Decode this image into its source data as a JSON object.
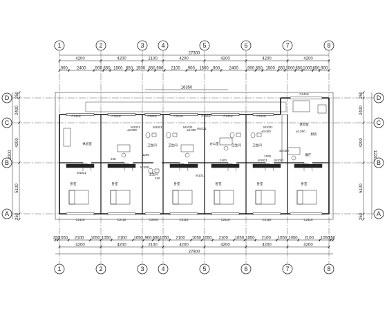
{
  "grid": {
    "columns": [
      "1",
      "2",
      "3",
      "4",
      "5",
      "6",
      "7",
      "8"
    ],
    "rows": [
      "A",
      "B",
      "C",
      "D"
    ]
  },
  "dimensions": {
    "top_bays": [
      "4200",
      "4200",
      "2100",
      "4200",
      "4200",
      "4200",
      "4200"
    ],
    "top_total": "27300",
    "top_detail": [
      "900",
      "2400",
      "900",
      "650",
      "1500",
      "650",
      "1500",
      "650",
      "900",
      "2100",
      "900",
      "1500",
      "900",
      "2400",
      "900",
      "650",
      "1500",
      "650",
      "1000",
      "650",
      "1000",
      "650",
      "900"
    ],
    "bottom_detail": [
      "250",
      "1050",
      "2100",
      "1050",
      "1050",
      "2100",
      "1050",
      "900",
      "600",
      "1050",
      "2100",
      "1050",
      "1050",
      "2100",
      "1050",
      "1050",
      "2100",
      "1050",
      "1050",
      "2100",
      "1050",
      "250"
    ],
    "bottom_bays": [
      "4200",
      "4200",
      "2100",
      "4200",
      "4200",
      "4200",
      "4200"
    ],
    "bottom_total": "27800",
    "left_rows": [
      "250",
      "5100",
      "4200",
      "2400",
      "250"
    ],
    "left_total": "12200",
    "right_rows": [
      "250",
      "5100",
      "4200",
      "2400",
      "250"
    ],
    "right_total": "12200",
    "corridor": "16350"
  },
  "windows": {
    "top": [
      "C2418",
      "C1518",
      "C0918",
      "C1518",
      "C1518",
      "C2418",
      "C1518",
      "C2418"
    ],
    "bottom": [
      "C2118",
      "C2118",
      "C0918",
      "C2118",
      "C2118",
      "C2118",
      "C2118"
    ]
  },
  "doors": [
    "M1021",
    "M1021",
    "M1021",
    "M1021",
    "M1021",
    "M1021",
    "M1021",
    "M1021",
    "M1821",
    "M1021"
  ],
  "levels": [
    "±0.000",
    "±0.000",
    "±0.000",
    "±0.000",
    "±0.000"
  ],
  "rooms": {
    "lounge": "休息室",
    "office": "办公室",
    "bedroom": "卧室",
    "toilet": "卫生间",
    "kitchen": "厨房",
    "dining": "餐厅"
  },
  "small_dims": [
    "240",
    "1200",
    "240",
    "2400",
    "1200"
  ]
}
